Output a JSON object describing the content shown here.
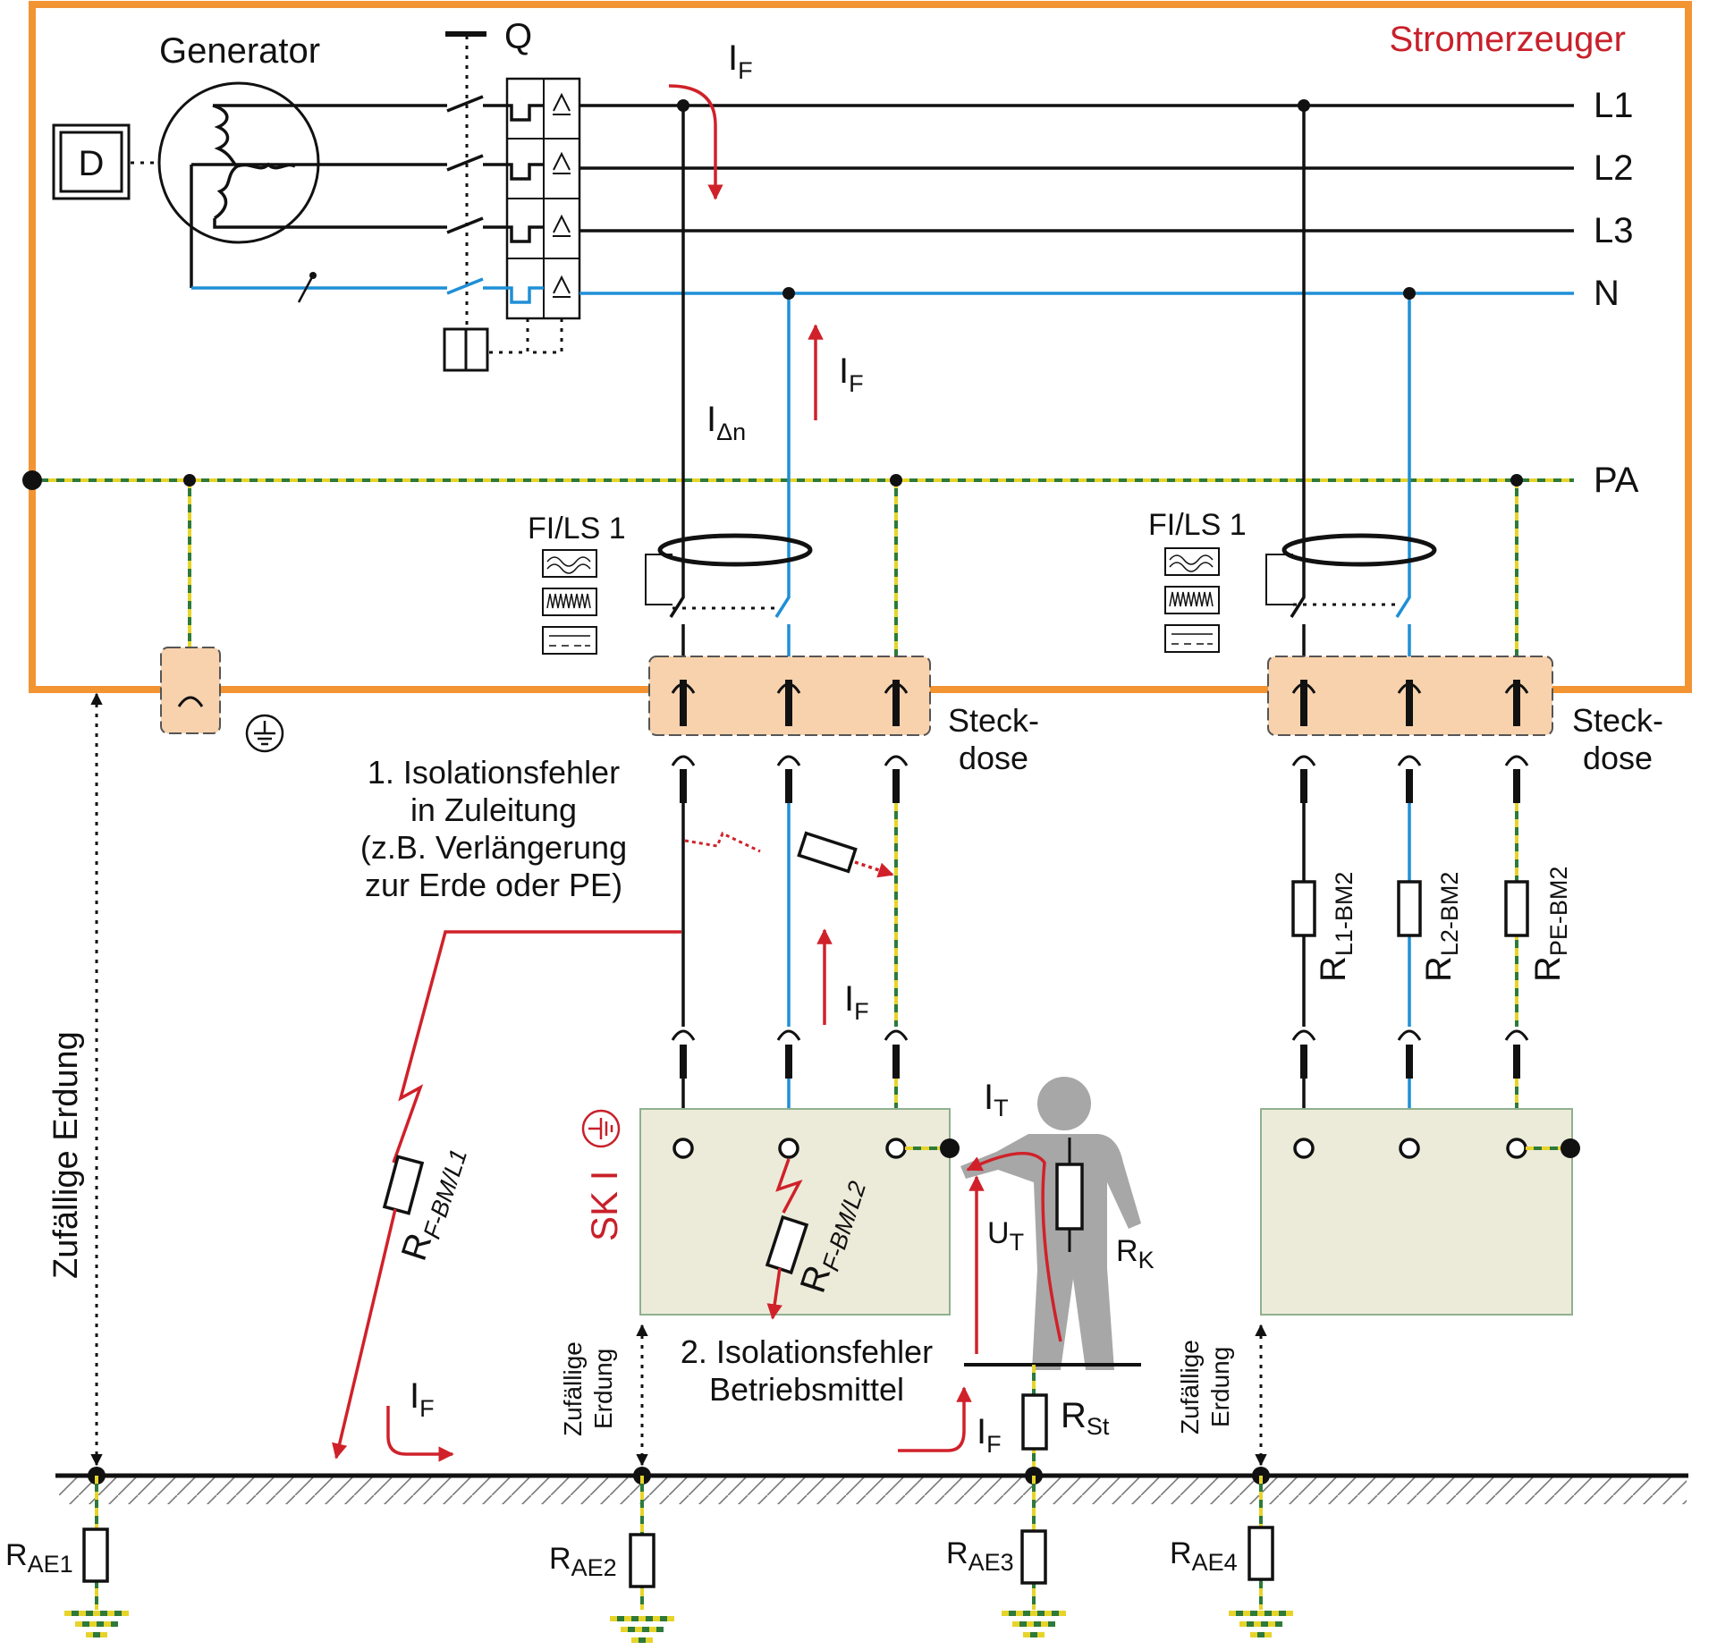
{
  "title": "Stromerzeuger",
  "generator": {
    "label": "Generator",
    "box_letter": "D"
  },
  "switch_label": "Q",
  "busbars": [
    "L1",
    "L2",
    "L3",
    "N",
    "PA"
  ],
  "current_labels": {
    "i_f_main": "I",
    "i_f_sub": "F",
    "i_delta_n": "I",
    "i_delta_n_sub": "Δn",
    "i_t": "I",
    "i_t_sub": "T",
    "u_t": "U",
    "u_t_sub": "T"
  },
  "rcd_left": {
    "label": "FI/LS 1"
  },
  "rcd_right": {
    "label": "FI/LS 1"
  },
  "socket_left": {
    "line1": "Steck-",
    "line2": "dose"
  },
  "socket_right": {
    "line1": "Steck-",
    "line2": "dose"
  },
  "fault1": {
    "lines": [
      "1. Isolationsfehler",
      "in Zuleitung",
      "(z.B. Verlängerung",
      "zur Erde oder PE)"
    ]
  },
  "fault2": {
    "lines": [
      "2. Isolationsfehler",
      "Betriebsmittel"
    ]
  },
  "class_label": "SK I",
  "resistors": {
    "r_f_bm_l1": {
      "main": "R",
      "sub": "F-BM/L1"
    },
    "r_f_bm_l2": {
      "main": "R",
      "sub": "F-BM/L2"
    },
    "r_k": {
      "main": "R",
      "sub": "K"
    },
    "r_st": {
      "main": "R",
      "sub": "St"
    },
    "r_l1_bm2": {
      "main": "R",
      "sub": "L1-BM2"
    },
    "r_l2_bm2": {
      "main": "R",
      "sub": "L2-BM2"
    },
    "r_pe_bm2": {
      "main": "R",
      "sub": "PE-BM2"
    },
    "r_ae1": {
      "main": "R",
      "sub": "AE1"
    },
    "r_ae2": {
      "main": "R",
      "sub": "AE2"
    },
    "r_ae3": {
      "main": "R",
      "sub": "AE3"
    },
    "r_ae4": {
      "main": "R",
      "sub": "AE4"
    }
  },
  "earthing": {
    "big": "Zufällige Erdung",
    "small_line1": "Zufällige",
    "small_line2": "Erdung"
  },
  "colors": {
    "frame": "#f39433",
    "title": "#c8202a",
    "neutral": "#1f8fd6",
    "fault": "#d0212a",
    "socket_fill": "#f8d2ad",
    "equipment_fill": "#ecebd9",
    "person": "#a7a7a7"
  }
}
